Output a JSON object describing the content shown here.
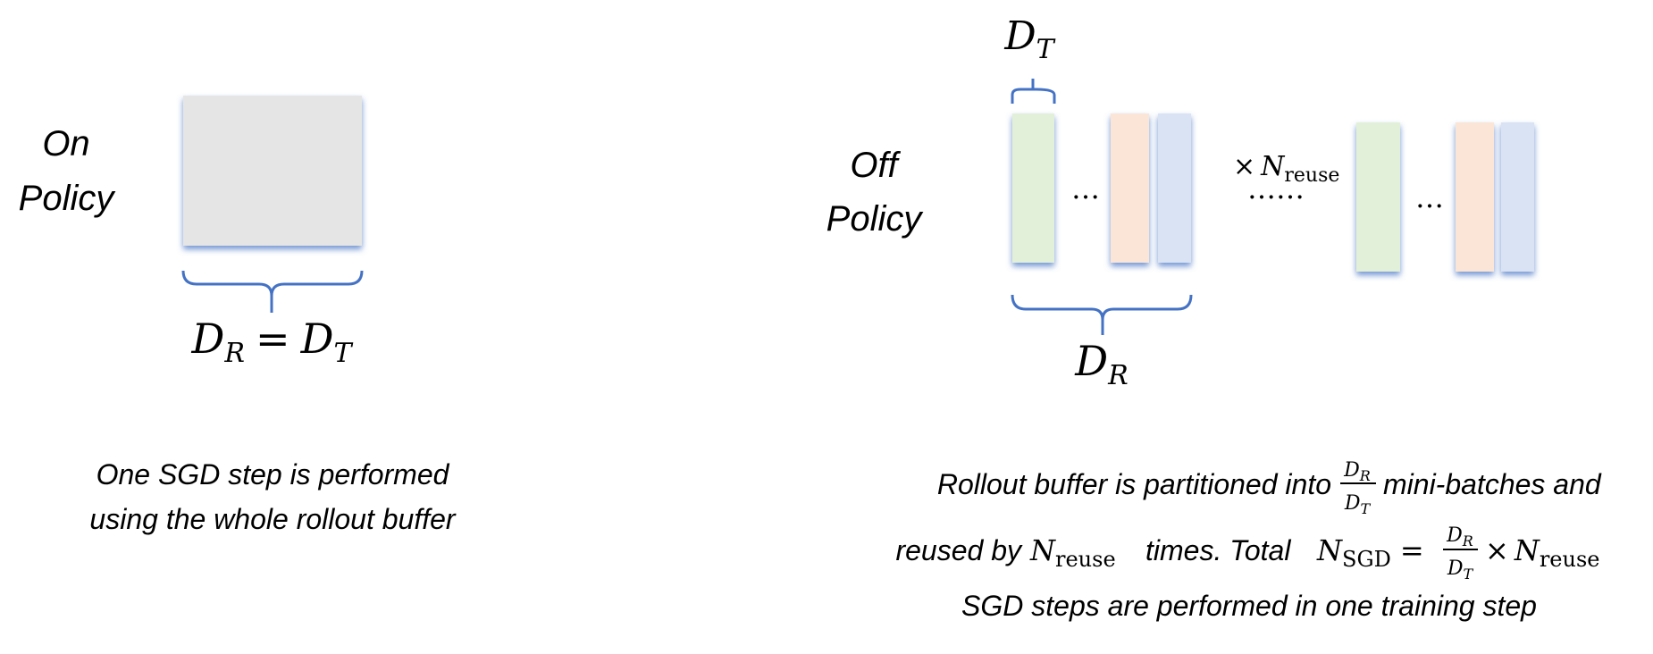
{
  "on_policy": {
    "label_line1": "On",
    "label_line2": "Policy",
    "bracket_label": {
      "var1": "D",
      "sub1": "R",
      "eq": "=",
      "var2": "D",
      "sub2": "T"
    },
    "caption_line1": "One SGD step is performed",
    "caption_line2": "using the whole rollout buffer"
  },
  "off_policy": {
    "label_line1": "Off",
    "label_line2": "Policy",
    "top_bracket_label": {
      "var": "D",
      "sub": "T"
    },
    "bottom_bracket_label": {
      "var": "D",
      "sub": "R"
    },
    "ellipsis_short": "…",
    "ellipsis_long": "……",
    "reuse_label": {
      "times": "×",
      "var": "N",
      "sub": "reuse"
    },
    "caption_line1_a": "Rollout buffer is partitioned into",
    "caption_line1_b": "mini-batches and",
    "caption_line2_a": "reused by",
    "caption_line2_b": "times. Total",
    "caption_line3": "SGD steps are performed in one training step",
    "frac_num": {
      "var": "D",
      "sub": "R"
    },
    "frac_den": {
      "var": "D",
      "sub": "T"
    },
    "n_reuse": {
      "var": "N",
      "sub": "reuse"
    },
    "n_sgd": {
      "var": "N",
      "sub": "SGD"
    },
    "eq": "=",
    "times": "×"
  },
  "colors": {
    "gray_block": "#e5e5e5",
    "green_block": "#e2f0d9",
    "orange_block": "#fbe5d6",
    "blue_block": "#dae3f3",
    "bracket": "#4472c4",
    "shadow": "#4472c4",
    "text": "#000000"
  }
}
